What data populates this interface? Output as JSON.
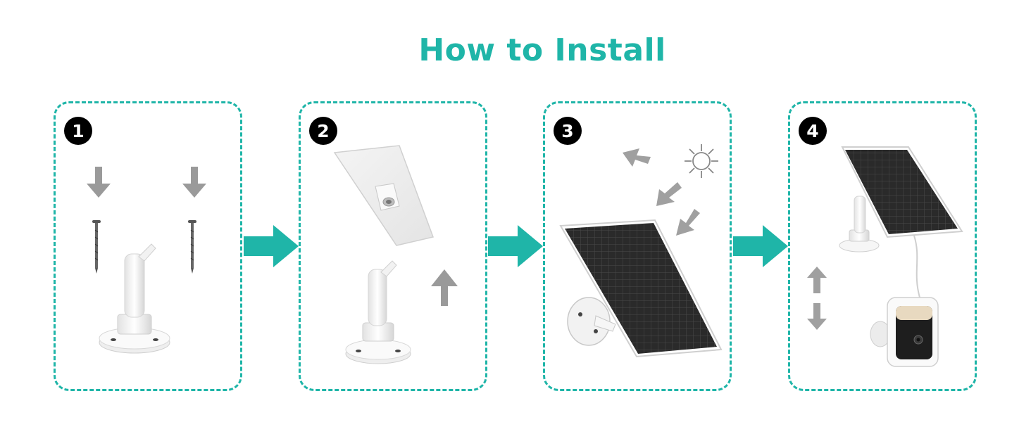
{
  "title": "How to Install",
  "accent_color": "#1fb5a8",
  "steps": [
    {
      "number": "1"
    },
    {
      "number": "2"
    },
    {
      "number": "3"
    },
    {
      "number": "4"
    }
  ],
  "icons": [
    "arrow-right-icon",
    "arrow-down-icon",
    "arrow-up-icon",
    "sun-icon",
    "screw-icon",
    "solar-panel-icon",
    "wall-mount-icon",
    "camera-icon"
  ]
}
